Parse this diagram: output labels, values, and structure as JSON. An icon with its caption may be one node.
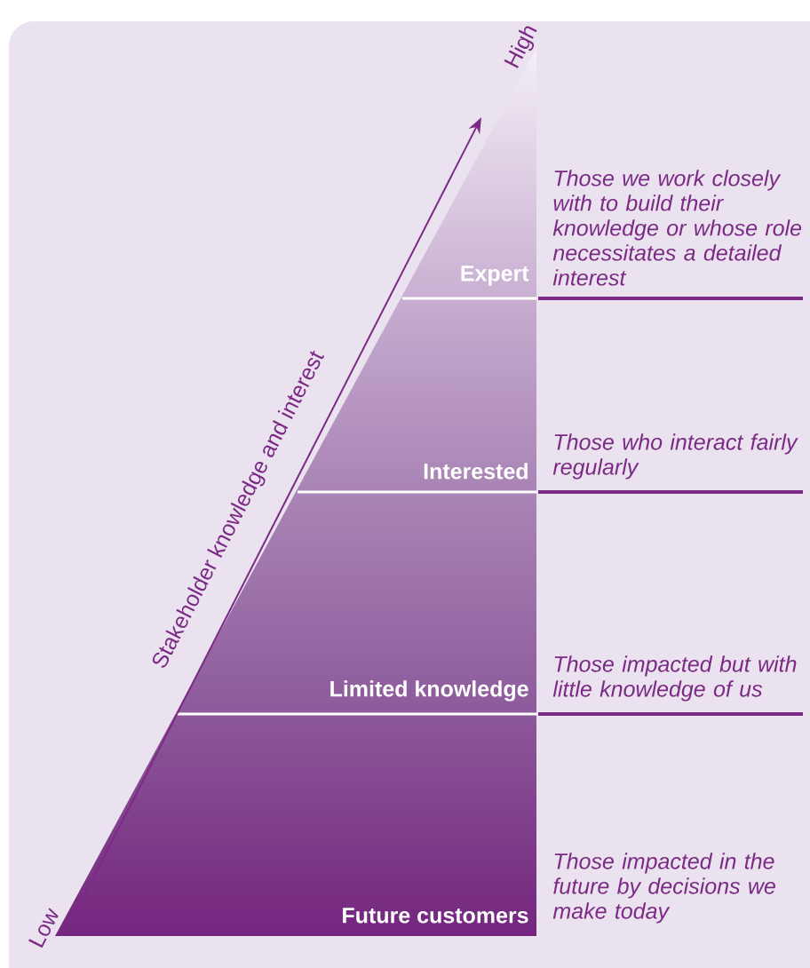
{
  "diagram": {
    "nodes": [
      {
        "text": [
          "Expert"
        ],
        "beside": [
          "Those we work closely with to build their knowledge or whose role necessitates a detailed interest"
        ]
      },
      {
        "text": [
          "Interested"
        ],
        "beside": [
          "Those who interact fairly regularly"
        ]
      },
      {
        "text": [
          "Limited knowledge"
        ],
        "beside": [
          "Those impacted but with little knowledge of us"
        ]
      },
      {
        "text": [
          "Future customers"
        ],
        "beside": [
          "Those impacted in the future by decisions we make today"
        ]
      }
    ],
    "labels": [
      "High",
      "Stakeholder knowledge and interest",
      "Low"
    ]
  }
}
